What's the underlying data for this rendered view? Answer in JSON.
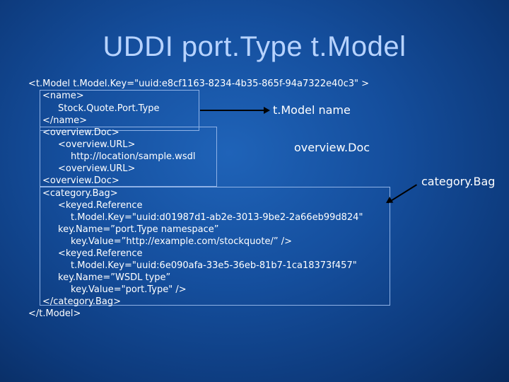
{
  "slide": {
    "title": "UDDI port.Type t.Model"
  },
  "code_lines": [
    "<t.Model t.Model.Key=\"uuid:e8cf1163-8234-4b35-865f-94a7322e40c3\" >",
    "<name>",
    "Stock.Quote.Port.Type",
    "</name>",
    "<overview.Doc>",
    "<overview.URL>",
    "http://location/sample.wsdl",
    "<overview.URL>",
    "<overview.Doc>",
    "<category.Bag>",
    "<keyed.Reference",
    "t.Model.Key=\"uuid:d01987d1-ab2e-3013-9be2-2a66eb99d824\"",
    "key.Name=”port.Type namespace”",
    "key.Value=”http://example.com/stockquote/” />",
    "<keyed.Reference",
    "t.Model.Key=\"uuid:6e090afa-33e5-36eb-81b7-1ca18373f457\"",
    "key.Name=”WSDL type”",
    "key.Value=\"port.Type\" />",
    "</category.Bag>",
    "</t.Model>"
  ],
  "labels": {
    "tmodel_name": "t.Model name",
    "overview_doc": "overview.Doc",
    "category_bag": "category.Bag"
  }
}
